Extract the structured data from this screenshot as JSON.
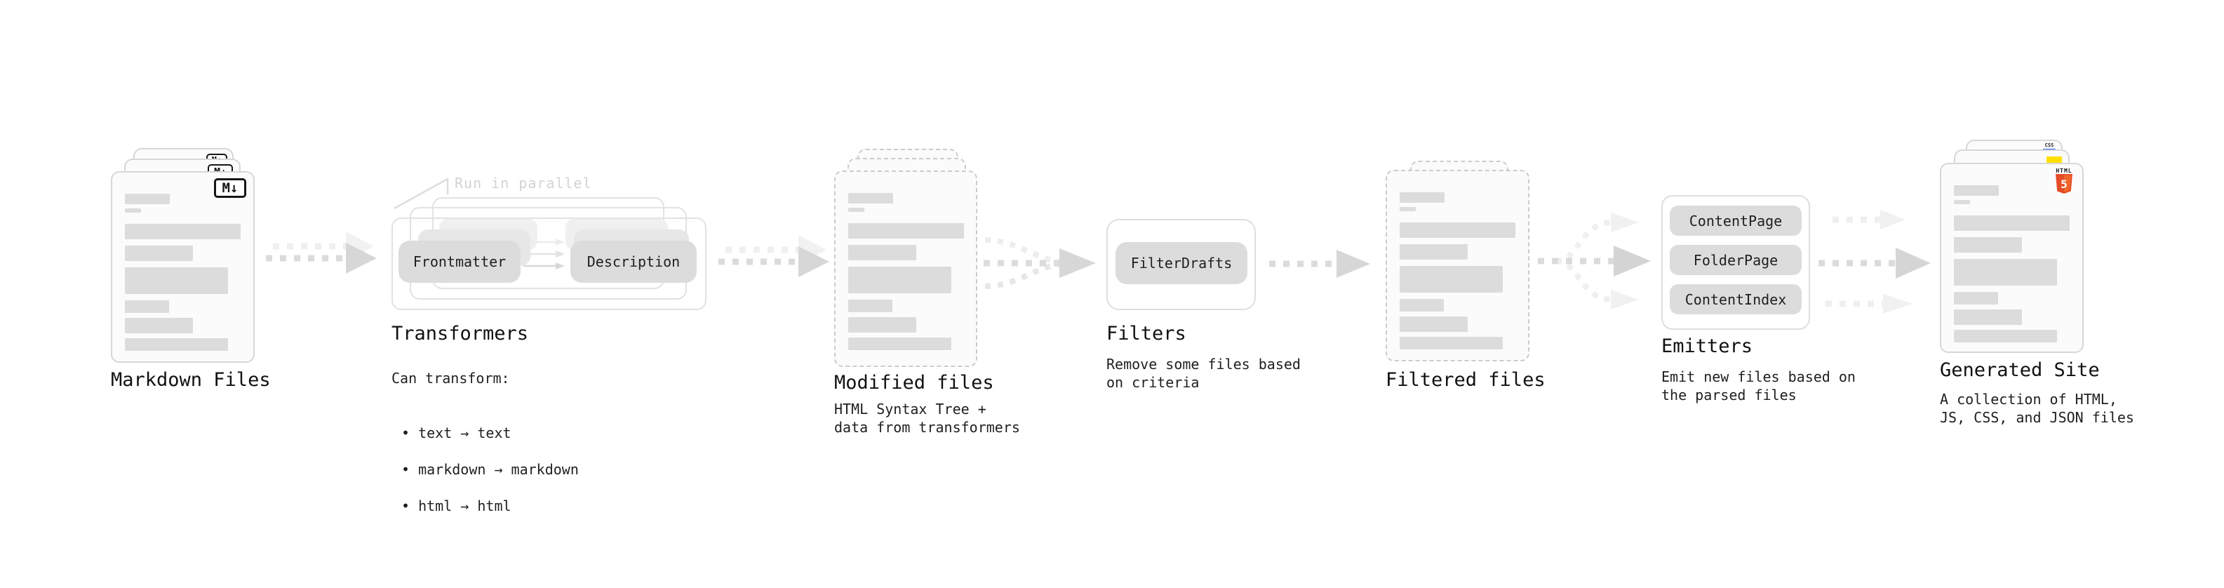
{
  "diagram": {
    "markdown_files": {
      "label": "Markdown Files",
      "badge": "M↓"
    },
    "transformers": {
      "label": "Transformers",
      "note": "Run in parallel",
      "source_button": "Frontmatter",
      "target_button": "Description",
      "caption_title": "Can transform:",
      "bullets": [
        "• text → text",
        "• markdown → markdown",
        "• html → html"
      ]
    },
    "modified_files": {
      "label": "Modified files",
      "caption": "HTML Syntax Tree +\ndata from transformers"
    },
    "filters": {
      "label": "Filters",
      "button": "FilterDrafts",
      "caption": "Remove some files based\non criteria"
    },
    "filtered_files": {
      "label": "Filtered files"
    },
    "emitters": {
      "label": "Emitters",
      "buttons": [
        "ContentPage",
        "FolderPage",
        "ContentIndex"
      ],
      "caption": "Emit new files based on\nthe parsed files"
    },
    "generated_site": {
      "label": "Generated Site",
      "caption": "A collection of HTML,\nJS, CSS, and JSON files",
      "html_badge_text": "HTML",
      "html_badge_number": "5",
      "css_badge_text": "CSS"
    },
    "colors": {
      "html5_orange": "#e44d26",
      "html5_orange_light": "#f16529",
      "js_yellow": "#ffdf00",
      "css_blue": "#2962f1",
      "card_fill": "#fbfbfb",
      "bar_fill": "#dcdcdc",
      "arrow_gray": "#dbdbdb",
      "muted_note": "#d3d3d3",
      "text_dark": "#141414"
    }
  }
}
